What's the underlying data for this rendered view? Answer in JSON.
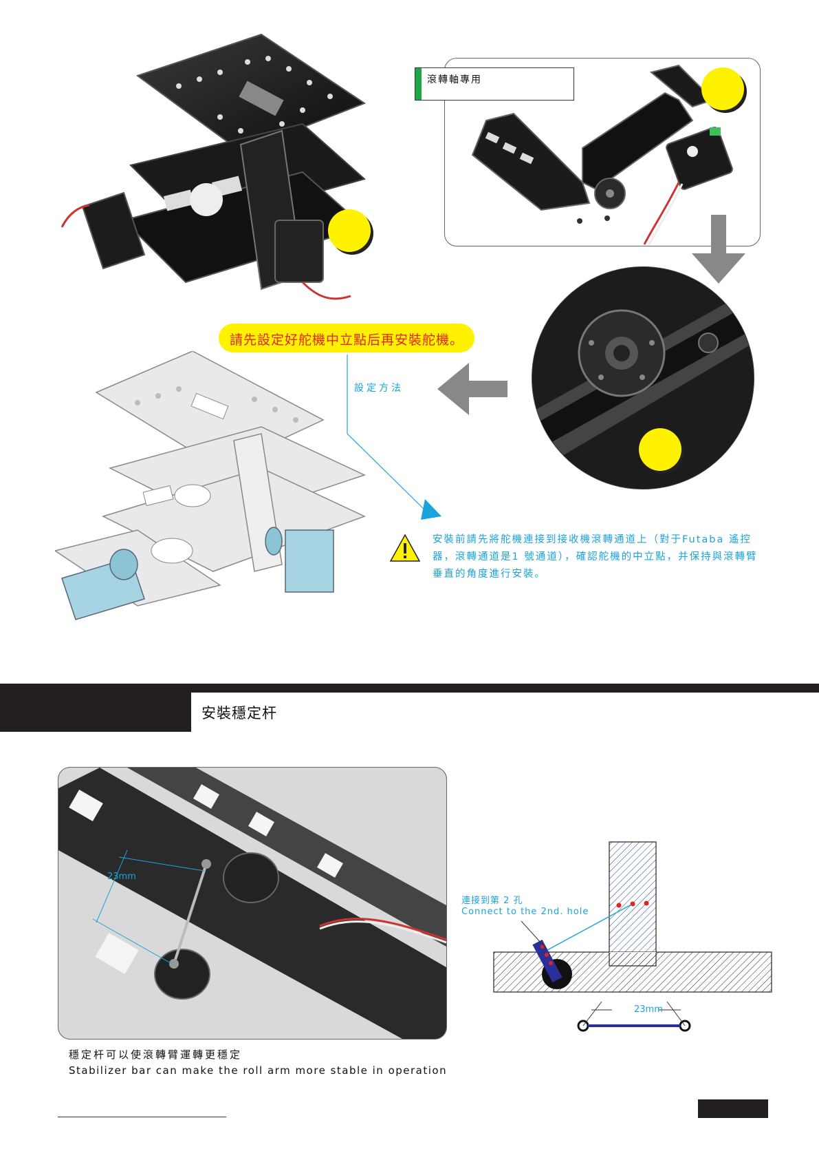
{
  "roll_panel": {
    "label": "滾轉軸專用"
  },
  "notice": {
    "pill_text": "請先設定好舵機中立點后再安裝舵機。",
    "method_label": "設定方法",
    "warning_text": "安裝前請先將舵機連接到接收機滾轉通道上（對于Futaba 遙控器，滾轉通道是1 號通道），確認舵機的中立點，并保持與滾轉臂垂直的角度進行安裝。"
  },
  "section": {
    "title": "安裝穩定杆"
  },
  "stabilizer": {
    "measure": "23mm",
    "caption_zh": "穩定杆可以使滾轉臂運轉更穩定",
    "caption_en": "Stabilizer bar can make the roll arm more stable in operation",
    "hole_zh": "連接到第 2 孔",
    "hole_en": "Connect to the 2nd. hole",
    "diagram_measure": "23mm"
  },
  "colors": {
    "accent_blue": "#1aa3dc",
    "highlight_yellow": "#fff200",
    "warning_red": "#e0261c",
    "green_tab": "#1ea64a",
    "dark": "#231f20"
  }
}
